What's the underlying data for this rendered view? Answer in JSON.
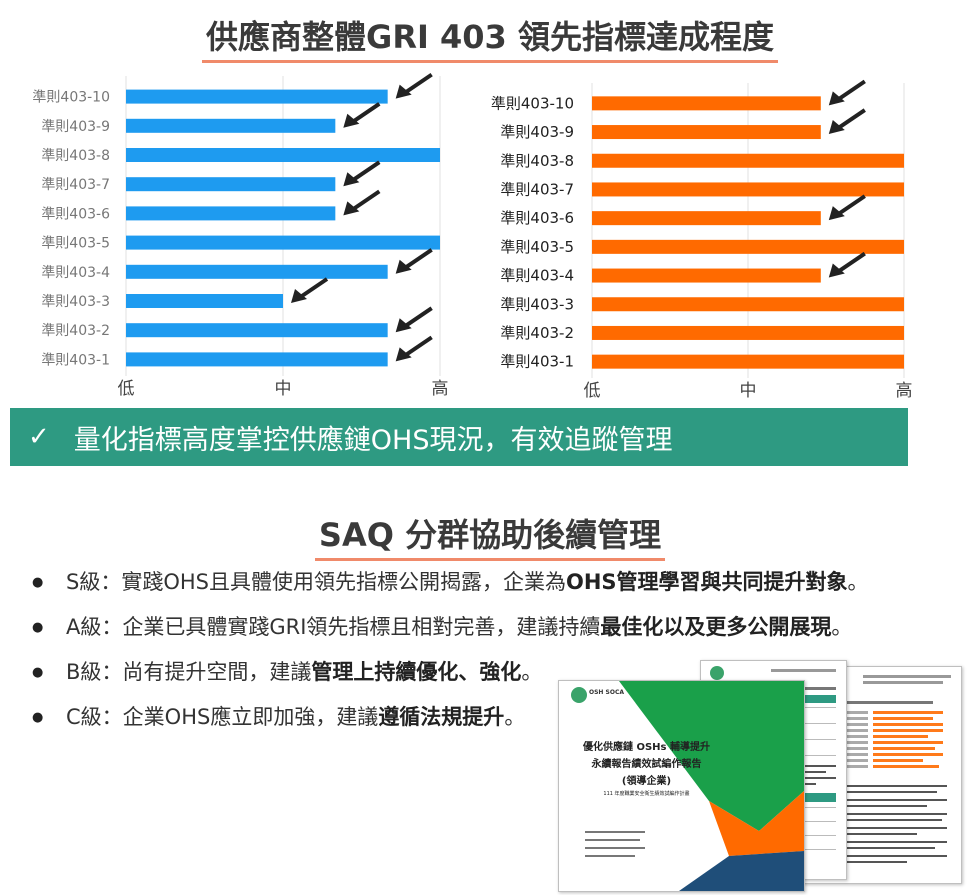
{
  "title_top": "供應商整體GRI 403 領先指標達成程度",
  "charts": [
    {
      "type": "bar",
      "orientation": "horizontal",
      "categories": [
        "準則403-10",
        "準則403-9",
        "準則403-8",
        "準則403-7",
        "準則403-6",
        "準則403-5",
        "準則403-4",
        "準則403-3",
        "準則403-2",
        "準則403-1"
      ],
      "values": [
        5,
        4,
        6,
        4,
        4,
        6,
        5,
        3,
        5,
        5
      ],
      "xlim": [
        0,
        6
      ],
      "x_tick_values": [
        0,
        3,
        6
      ],
      "x_ticks": [
        "低",
        "中",
        "高"
      ],
      "color": "#1e9bf0",
      "arrows_on": [
        "準則403-10",
        "準則403-9",
        "準則403-7",
        "準則403-6",
        "準則403-4",
        "準則403-3",
        "準則403-2",
        "準則403-1"
      ]
    },
    {
      "type": "bar",
      "orientation": "horizontal",
      "categories": [
        "準則403-10",
        "準則403-9",
        "準則403-8",
        "準則403-7",
        "準則403-6",
        "準則403-5",
        "準則403-4",
        "準則403-3",
        "準則403-2",
        "準則403-1"
      ],
      "values": [
        4.4,
        4.4,
        6,
        6,
        4.4,
        6,
        4.4,
        6,
        6,
        6
      ],
      "xlim": [
        0,
        6
      ],
      "x_tick_values": [
        0,
        3,
        6
      ],
      "x_ticks": [
        "低",
        "中",
        "高"
      ],
      "color": "#ff6a00",
      "arrows_on": [
        "準則403-10",
        "準則403-9",
        "準則403-6",
        "準則403-4"
      ]
    }
  ],
  "banner": {
    "check": "✓",
    "text": "量化指標高度掌控供應鏈OHS現況，有效追蹤管理",
    "color": "#2e9a82"
  },
  "title_bottom": "SAQ 分群協助後續管理",
  "bullets": [
    {
      "prefix": "S級：實踐OHS且具體使用領先指標公開揭露，企業為",
      "bold": "OHS管理學習與共同提升對象",
      "suffix": "。"
    },
    {
      "prefix": "A級：企業已具體實踐GRI領先指標且相對完善，建議持續",
      "bold": "最佳化以及更多公開展現",
      "suffix": "。"
    },
    {
      "prefix": "B級：尚有提升空間，建議",
      "bold": "管理上持續優化、強化",
      "suffix": "。"
    },
    {
      "prefix": "C級：企業OHS應立即加強，建議",
      "bold": "遵循法規提升",
      "suffix": "。"
    }
  ],
  "report_cover": {
    "logo": "OSH SOCA",
    "title_line1": "優化供應鏈 OSHs 輔導提升",
    "title_line2": "永續報告績效試編作報告",
    "title_line3": "(領導企業)",
    "subtitle": "111 年度職業安全衛生績效試編作計畫"
  }
}
